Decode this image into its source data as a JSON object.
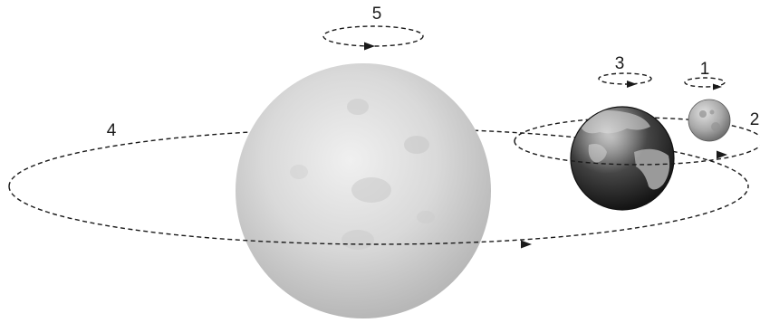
{
  "labels": {
    "moon_spin": "1",
    "moon_orbit": "2",
    "earth_spin": "3",
    "earth_orbit": "4",
    "sun_spin": "5"
  },
  "bodies": {
    "sun": "sun",
    "earth": "earth",
    "moon": "moon"
  },
  "colors": {
    "stroke": "#1a1a1a",
    "sun_light": "#ededed",
    "sun_dark": "#b9b9b9",
    "earth_ocean": "#3a3a3a",
    "earth_land": "#9a9a9a",
    "moon": "#a9a9a9"
  }
}
